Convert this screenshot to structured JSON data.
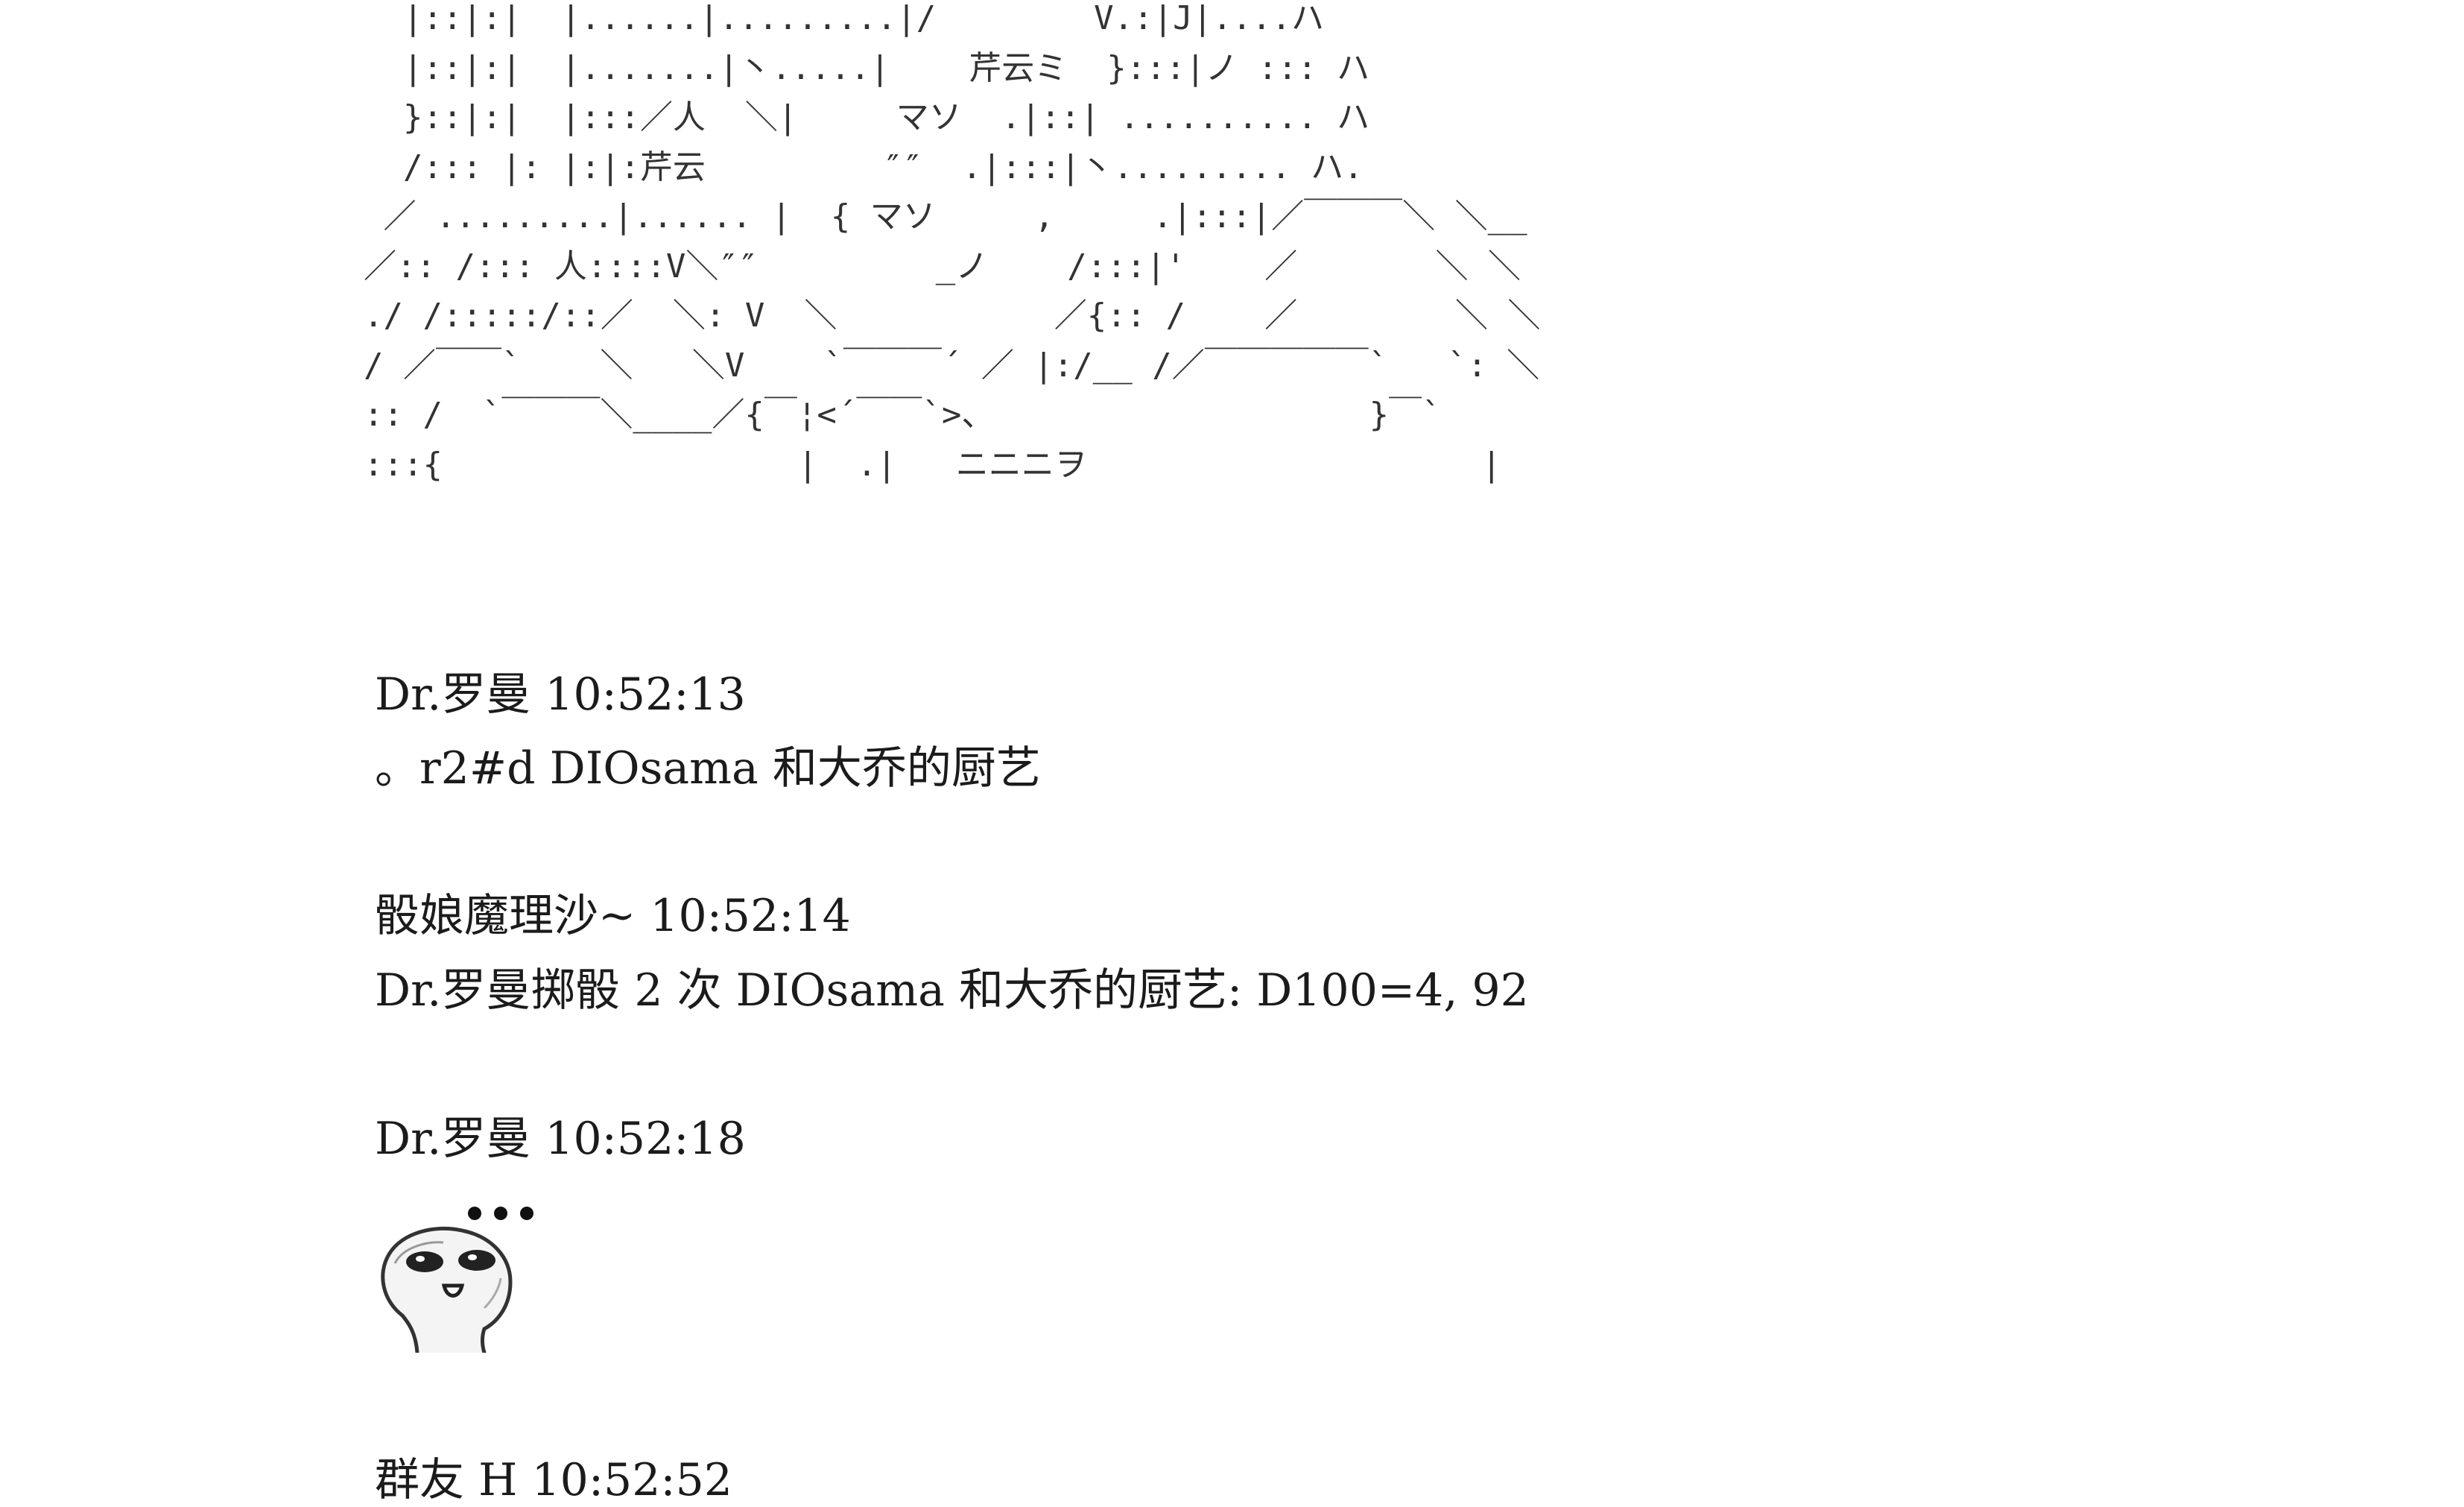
{
  "ascii_art": {
    "lines": [
      "  |::|:|  |......|.........|/        V.:|J|....ハ",
      "  |::|:|  |.......|丶.....|    芹云ミ  }:::|ノ ::: ハ",
      "  }::|:|  |:::／人  ＼|     マソ  .|::| .......... ハ",
      "  /::: |: |:|:芹云         ″″  .|:::|丶......... ハ.",
      " ／ .........|...... |  { マソ     ,     .|:::|／￣￣￣＼ ＼__",
      "／:: /::: 人::::V＼″″         _ノ    /:::|'    ／       ＼ ＼",
      "./ /:::::/::／  ＼: V  ＼           ／{:: /    ／        ＼ ＼",
      "/ ／￣￣`    ＼   ＼V    `￣￣￣´ ／ |:/__ /／￣￣￣￣￣`   `: ＼",
      ":: /  `￣￣￣＼____／{￣¦<´￣￣`>、                   }￣`",
      ":::{                  |  .|   ニニニヲ                    |"
    ]
  },
  "messages": [
    {
      "header": "Dr.罗曼 10:52:13",
      "body": "。r2#d DIOsama 和大乔的厨艺"
    },
    {
      "header": "骰娘魔理沙~ 10:52:14",
      "body": "Dr.罗曼掷骰 2 次 DIOsama 和大乔的厨艺: D100=4, 92"
    },
    {
      "header": "Dr.罗曼 10:52:18",
      "body": ""
    },
    {
      "header": "群友 H 10:52:52",
      "body": ""
    }
  ],
  "sticker": {
    "icon": "ellipsis-face-sticker-icon"
  }
}
